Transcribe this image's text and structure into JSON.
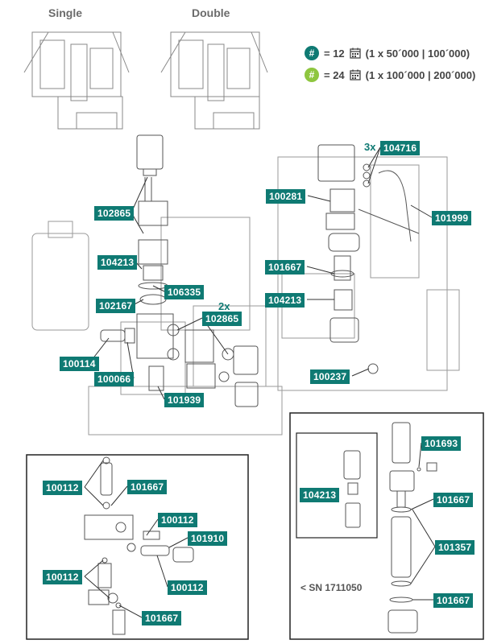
{
  "headers": {
    "single": "Single",
    "double": "Double"
  },
  "legend": [
    {
      "symbol": "#",
      "equals": "= 12",
      "cycles": "(1 x 50´000 | 100´000)",
      "color": "#0f7a73"
    },
    {
      "symbol": "#",
      "equals": "= 24",
      "cycles": "(1 x 100´000 | 200´000)",
      "color": "#8ec63f"
    }
  ],
  "parts": {
    "p102865a": "102865",
    "p104213a": "104213",
    "p106335": "106335",
    "p102167": "102167",
    "p102865b": "102865",
    "p100114": "100114",
    "p100066": "100066",
    "p101939": "101939",
    "p104716": "104716",
    "p100281": "100281",
    "p101999": "101999",
    "p101667a": "101667",
    "p104213b": "104213",
    "p100237": "100237",
    "p100112a": "100112",
    "p101667b": "101667",
    "p100112b": "100112",
    "p101910": "101910",
    "p100112c": "100112",
    "p100112d": "100112",
    "p101667c": "101667",
    "p101693": "101693",
    "p104213c": "104213",
    "p101667d": "101667",
    "p101357": "101357",
    "p101667e": "101667"
  },
  "multipliers": {
    "m2x": "2x",
    "m3x": "3x"
  },
  "serial_note": "< SN 1711050",
  "icons": {
    "calendar": "calendar-icon"
  }
}
